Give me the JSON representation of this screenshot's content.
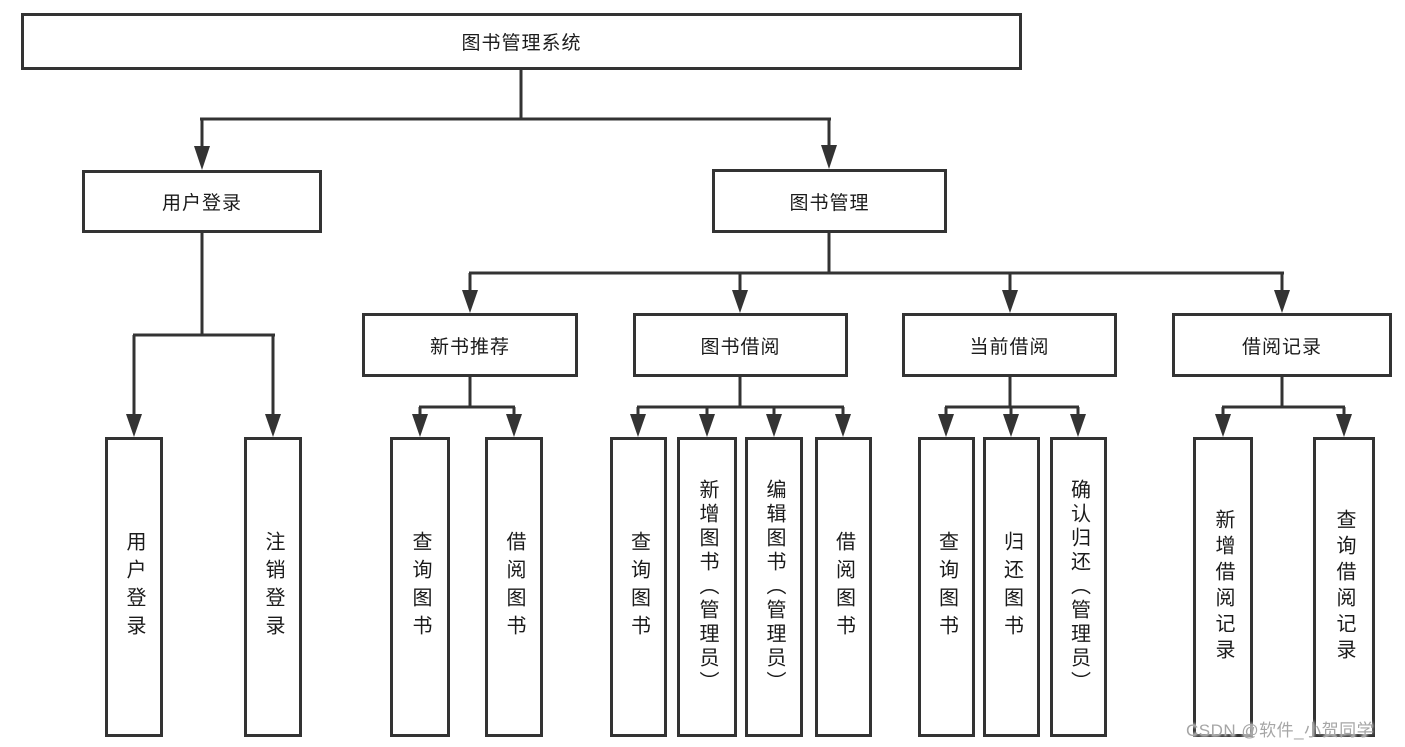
{
  "colors": {
    "line": "#333333",
    "box_border": "#333333",
    "text": "#1b1b1b",
    "background": "#ffffff",
    "watermark": "#a6a6a6"
  },
  "watermark": "CSDN @软件_小贺同学",
  "tree": {
    "root": {
      "label": "图书管理系统",
      "children": [
        {
          "label": "用户登录",
          "children": [
            {
              "label": "用户登录"
            },
            {
              "label": "注销登录"
            }
          ]
        },
        {
          "label": "图书管理",
          "children": [
            {
              "label": "新书推荐",
              "children": [
                {
                  "label": "查询图书"
                },
                {
                  "label": "借阅图书"
                }
              ]
            },
            {
              "label": "图书借阅",
              "children": [
                {
                  "label": "查询图书"
                },
                {
                  "label": "新增图书（管理员）"
                },
                {
                  "label": "编辑图书（管理员）"
                },
                {
                  "label": "借阅图书"
                }
              ]
            },
            {
              "label": "当前借阅",
              "children": [
                {
                  "label": "查询图书"
                },
                {
                  "label": "归还图书"
                },
                {
                  "label": "确认归还（管理员）"
                }
              ]
            },
            {
              "label": "借阅记录",
              "children": [
                {
                  "label": "新增借阅记录"
                },
                {
                  "label": "查询借阅记录"
                }
              ]
            }
          ]
        }
      ]
    }
  }
}
